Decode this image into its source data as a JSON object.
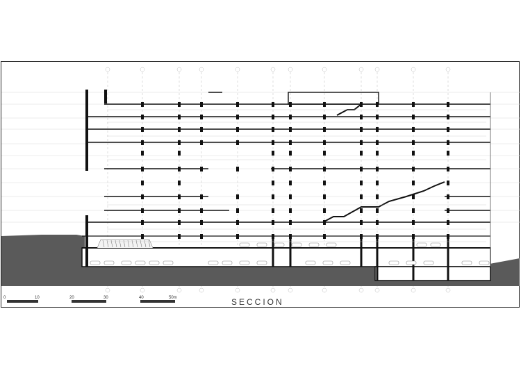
{
  "drawing": {
    "title": "SECCION"
  },
  "scale_bar": {
    "labels": [
      "0",
      "10",
      "20",
      "30",
      "40",
      "50m"
    ]
  },
  "colors": {
    "ground": "#5a5a5a",
    "structure": "#111111",
    "linework": "#9a9a9a",
    "frame": "#222222"
  }
}
